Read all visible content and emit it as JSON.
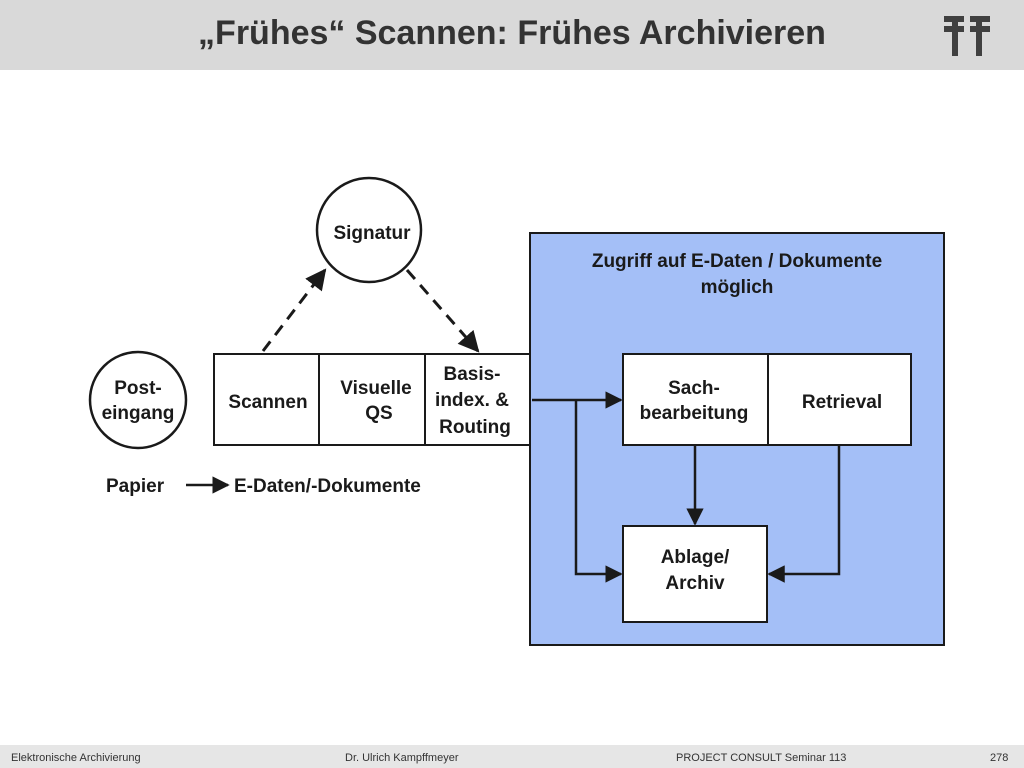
{
  "slide": {
    "title": "„Frühes“ Scannen: Frühes Archivieren"
  },
  "diagram": {
    "signatur": "Signatur",
    "post_line1": "Post-",
    "post_line2": "eingang",
    "scannen": "Scannen",
    "qs_line1": "Visuelle",
    "qs_line2": "QS",
    "basis_line1": "Basis-",
    "basis_line2": "index. &",
    "basis_line3": "Routing",
    "legend_from": "Papier",
    "legend_to": "E-Daten/-Dokumente",
    "zone_line1": "Zugriff auf E-Daten / Dokumente",
    "zone_line2": "möglich",
    "sach_line1": "Sach-",
    "sach_line2": "bearbeitung",
    "retrieval": "Retrieval",
    "ablage_line1": "Ablage/",
    "ablage_line2": "Archiv"
  },
  "footer": {
    "left": "Elektronische Archivierung",
    "author": "Dr. Ulrich Kampffmeyer",
    "seminar": "PROJECT CONSULT Seminar 113",
    "page": "278"
  },
  "colors": {
    "zone_fill": "#a4bff7",
    "box_fill": "#ffffff",
    "stroke": "#1a1a1a"
  }
}
